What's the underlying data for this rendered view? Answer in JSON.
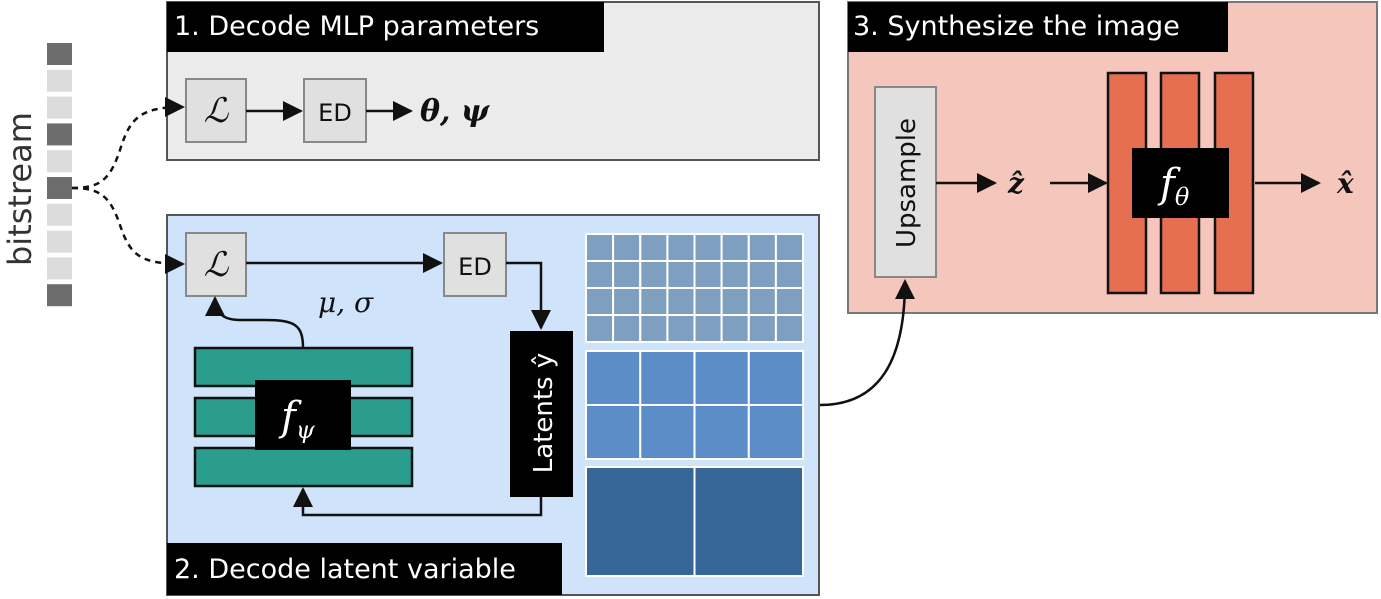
{
  "panels": {
    "mlp": {
      "title": "1. Decode MLP parameters",
      "color": "#ececec"
    },
    "latent": {
      "title": "2. Decode latent variable",
      "color": "#cfe3fa"
    },
    "synth": {
      "title": "3. Synthesize the image",
      "color": "#f5c6bc"
    }
  },
  "bitstream": {
    "label": "bitstream",
    "cells": 10,
    "dark_cells": [
      0,
      3,
      5,
      9
    ]
  },
  "nodes": {
    "entropy_model_symbol": "ℒ",
    "entropy_decoder_label": "ED",
    "mlp_output": "θ, ψ",
    "mu_sigma": "μ, σ",
    "f_psi": "f",
    "f_psi_sub": "ψ",
    "latents": "Latents ŷ",
    "upsample": "Upsample",
    "z_hat": "ẑ",
    "f_theta": "f",
    "f_theta_sub": "θ",
    "x_hat": "x̂"
  },
  "colors": {
    "teal": "#2a9d8f",
    "coral": "#e76f51",
    "grid_light": "#7f9fc0",
    "grid_mid": "#5b8dc9",
    "grid_dark": "#376798",
    "gray_box": "#e0e0e0"
  },
  "latent_grids": [
    {
      "rows": 4,
      "cols": 8,
      "level": "light"
    },
    {
      "rows": 2,
      "cols": 4,
      "level": "mid"
    },
    {
      "rows": 1,
      "cols": 2,
      "level": "dark"
    }
  ]
}
